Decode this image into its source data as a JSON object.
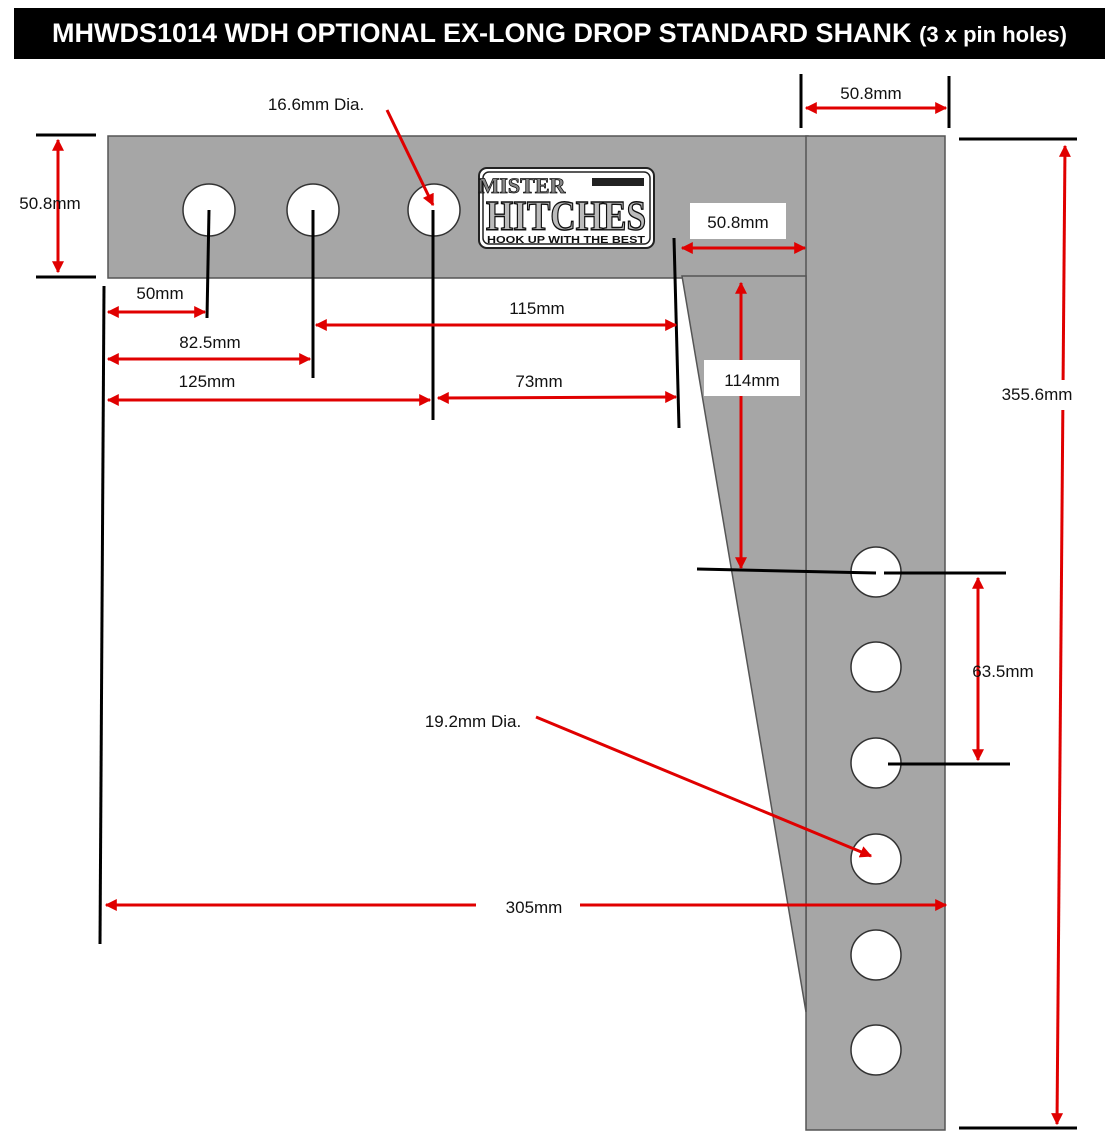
{
  "title": {
    "main": "MHWDS1014 WDH OPTIONAL EX-LONG DROP STANDARD SHANK",
    "suffix": "(3 x pin holes)"
  },
  "logo": {
    "line1": "MISTER",
    "line2": "HITCHES",
    "tagline": "HOOK UP WITH THE BEST"
  },
  "dimensions": {
    "top_width": "50.8mm",
    "shank_height": "50.8mm",
    "small_hole_dia": "16.6mm Dia.",
    "web_width": "50.8mm",
    "hole1_offset": "50mm",
    "hole2_offset": "82.5mm",
    "hole3_offset": "125mm",
    "hole2_to_drop": "115mm",
    "hole3_to_drop": "73mm",
    "drop_to_first_hole": "114mm",
    "total_height": "355.6mm",
    "hole_spacing": "63.5mm",
    "large_hole_dia": "19.2mm Dia.",
    "total_length": "305mm"
  },
  "colors": {
    "steel": "#a6a6a6",
    "outline": "#444444",
    "dimension_arrow": "#e00000",
    "extension_line": "#000000",
    "title_bg": "#000000",
    "title_text": "#ffffff"
  }
}
